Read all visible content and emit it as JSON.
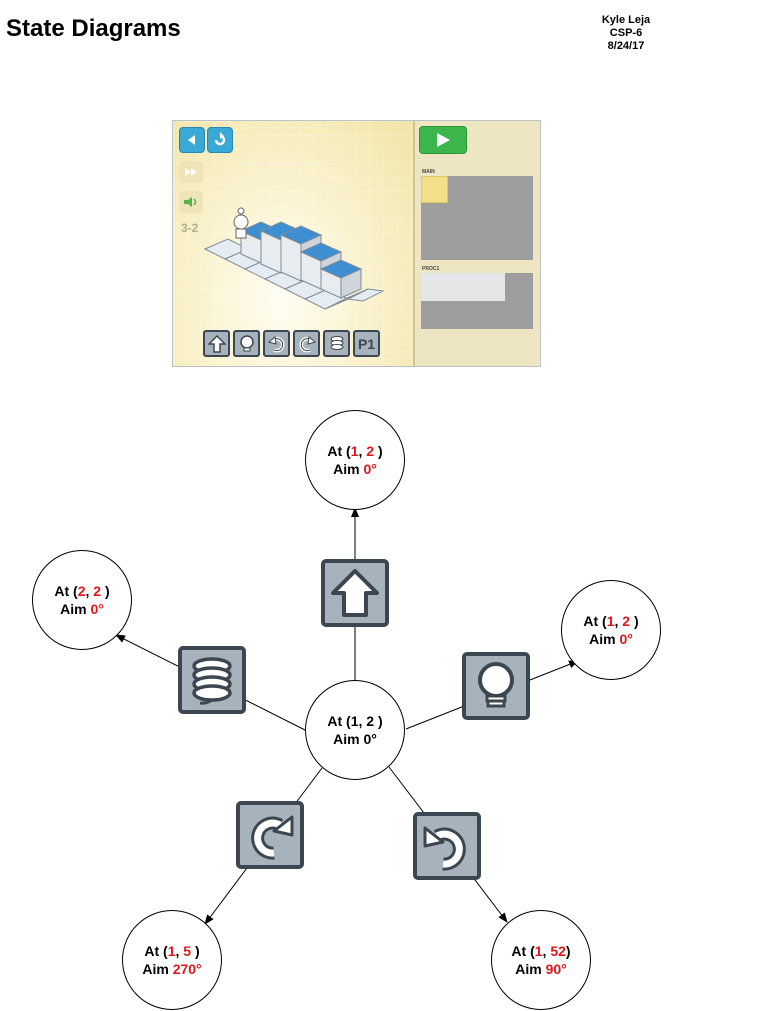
{
  "header": {
    "title": "State Diagrams",
    "author": "Kyle Leja",
    "course": "CSP-6",
    "date": "8/24/17"
  },
  "game": {
    "level": "3-2",
    "main_label": "MAIN",
    "proc_label": "PROC1",
    "p1_label": "P1",
    "colors": {
      "panel": "#eee6c2",
      "run": "#3ab64a",
      "nav": "#3aa9d6",
      "block_top": "#3d8fd1"
    }
  },
  "diagram": {
    "center": {
      "prefix": "At (",
      "x": "1",
      "sep": ", ",
      "y": "2",
      "suffix": " )",
      "aim_label": "Aim ",
      "aim": "0°"
    },
    "states": {
      "up": {
        "prefix": "At (",
        "x": "1",
        "sep": ", ",
        "y": "2",
        "suffix": " )",
        "aim_label": "Aim ",
        "aim": "0°"
      },
      "jump": {
        "prefix": "At (",
        "x": "2",
        "sep": ", ",
        "y": "2",
        "suffix": " )",
        "aim_label": "Aim ",
        "aim": "0°"
      },
      "light": {
        "prefix": "At (",
        "x": "1",
        "sep": ", ",
        "y": "2",
        "suffix": " )",
        "aim_label": "Aim ",
        "aim": "0°"
      },
      "right": {
        "prefix": "At (",
        "x": "1",
        "sep": ", ",
        "y": "5",
        "suffix": " )",
        "aim_label": "Aim ",
        "aim": "270°"
      },
      "left": {
        "prefix": "At (",
        "x": "1",
        "sep": ", ",
        "y": "52",
        "suffix": ")",
        "aim_label": "Aim ",
        "aim": "90°"
      }
    },
    "colors": {
      "highlight": "#e0161b",
      "icon_fill": "#a6b3bd",
      "icon_stroke": "#3b4650"
    },
    "icons": {
      "up": "forward-arrow-icon",
      "jump": "spring-jump-icon",
      "light": "lightbulb-icon",
      "right": "turn-right-icon",
      "left": "turn-left-icon"
    }
  }
}
